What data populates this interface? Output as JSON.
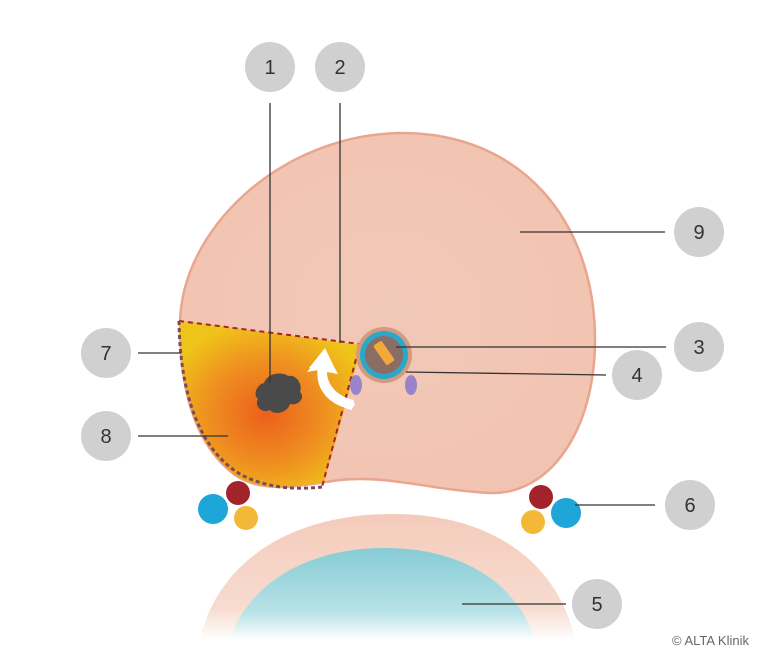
{
  "callouts": [
    {
      "id": "1",
      "label": "1"
    },
    {
      "id": "2",
      "label": "2"
    },
    {
      "id": "3",
      "label": "3"
    },
    {
      "id": "4",
      "label": "4"
    },
    {
      "id": "5",
      "label": "5"
    },
    {
      "id": "6",
      "label": "6"
    },
    {
      "id": "7",
      "label": "7"
    },
    {
      "id": "8",
      "label": "8"
    },
    {
      "id": "9",
      "label": "9"
    }
  ],
  "copyright": "© ALTA Klinik",
  "colors": {
    "prostate_fill": "#f2c7b5",
    "prostate_stroke": "#eaa58f",
    "zone_outer": "#efc41a",
    "zone_inner": "#ec6a1f",
    "dashed_line": "#a5232a",
    "stone": "#4a4a4a",
    "urethra_ring": "#2aa7c9",
    "urethra_outer": "#d49a7d",
    "bladder_fill": "#8fd1d8",
    "vessel_red": "#a3232b",
    "vessel_blue": "#1ea6d8",
    "nerve_yellow": "#f3b838",
    "duct_purple": "#9a84c9",
    "callout_bg": "#d0d0d0",
    "leader": "#333333"
  }
}
